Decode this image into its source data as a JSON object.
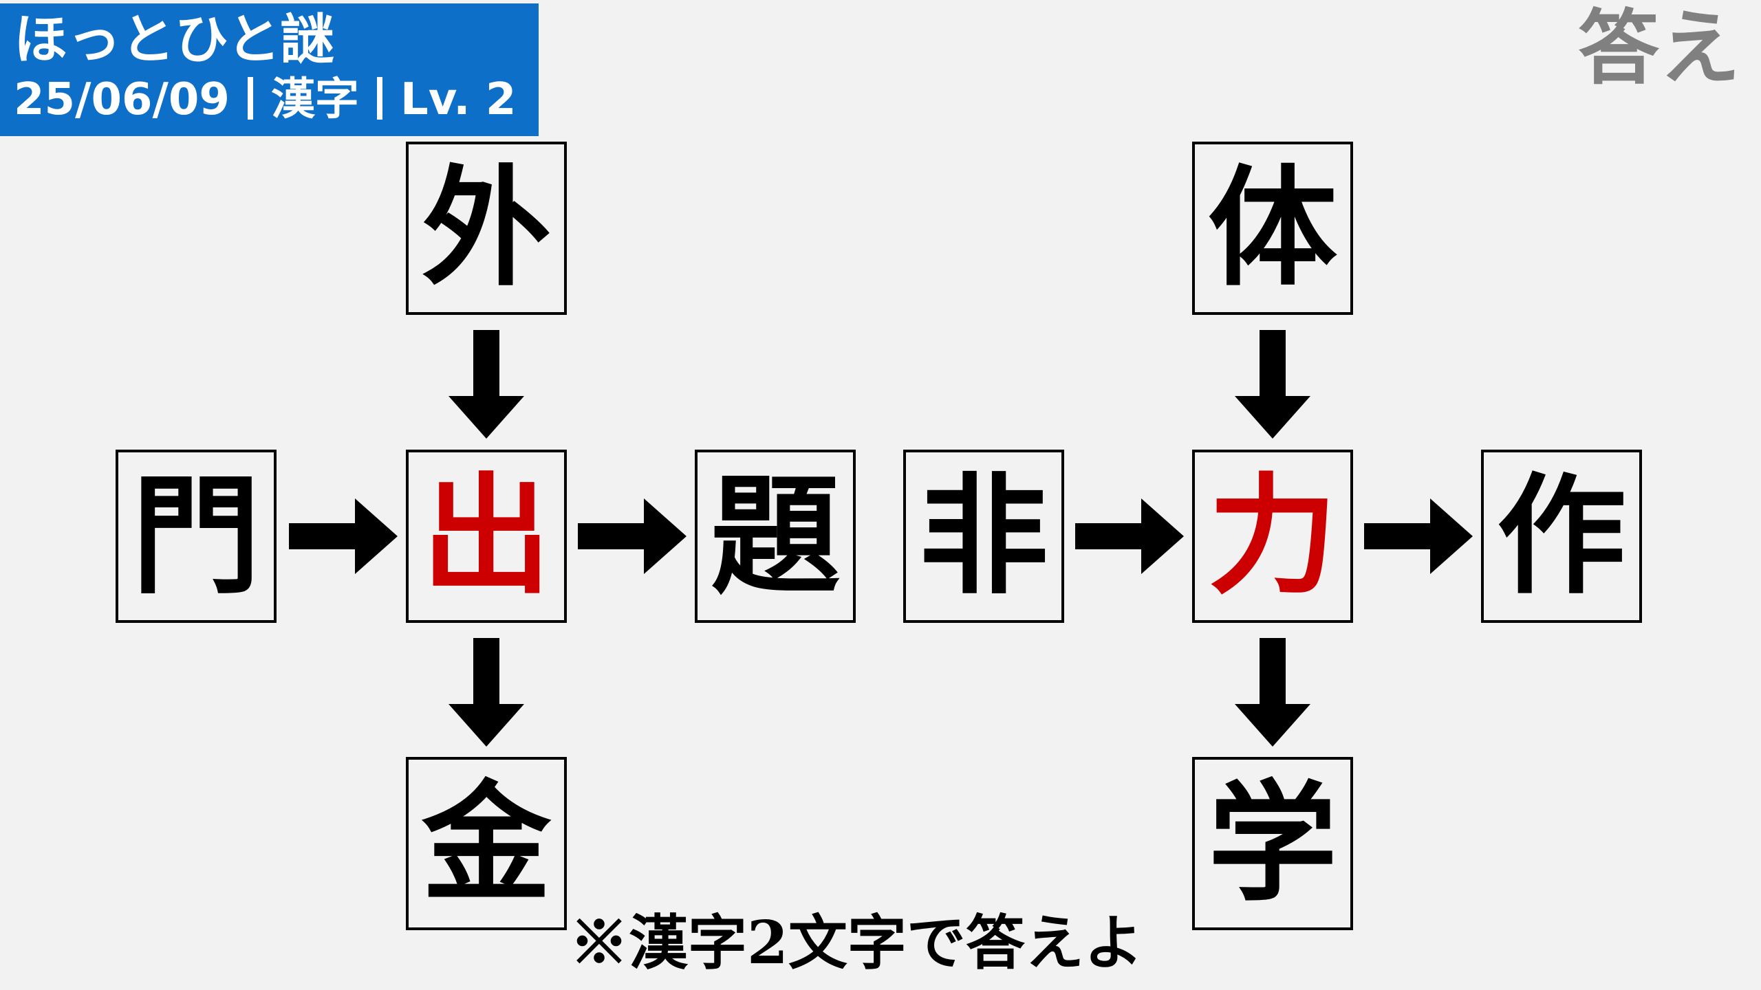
{
  "header": {
    "title": "ほっとひと謎",
    "date": "25/06/09",
    "category": "漢字",
    "level": "Lv. 2",
    "background_color": "#0d6fc7"
  },
  "answer_label": "答え",
  "puzzle_left": {
    "top": "外",
    "left": "門",
    "center": "出",
    "right": "題",
    "bottom": "金"
  },
  "puzzle_right": {
    "top": "体",
    "left": "非",
    "center": "力",
    "right": "作",
    "bottom": "学"
  },
  "center_color": "#cc0000",
  "arrow_icon": "arrow-icon",
  "note": "※漢字2文字で答えよ"
}
